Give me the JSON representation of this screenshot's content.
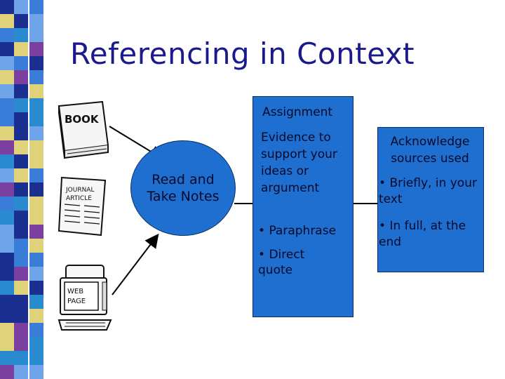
{
  "title": "Referencing in Context",
  "colors": {
    "title": "#1a1a8c",
    "box_fill": "#1e6fd0",
    "box_border": "#0c2e66",
    "strip": [
      "#3a7dd8",
      "#e0d27a",
      "#1a2f8f",
      "#6fa4e8",
      "#7b3fa0",
      "#2a8ad0"
    ]
  },
  "sources": [
    {
      "icon": "book-icon",
      "label": "BOOK"
    },
    {
      "icon": "journal-article-icon",
      "label": "JOURNAL ARTICLE"
    },
    {
      "icon": "web-page-icon",
      "label": "WEB PAGE"
    }
  ],
  "ellipse": {
    "text": "Read and\nTake Notes"
  },
  "assignment": {
    "heading": "Assignment",
    "text": "Evidence to support your ideas or argument",
    "bullets": [
      "Paraphrase",
      "Direct quote"
    ]
  },
  "acknowledge": {
    "heading": "Acknowledge sources used",
    "bullets": [
      "Briefly, in your text",
      "In full, at the end"
    ]
  }
}
